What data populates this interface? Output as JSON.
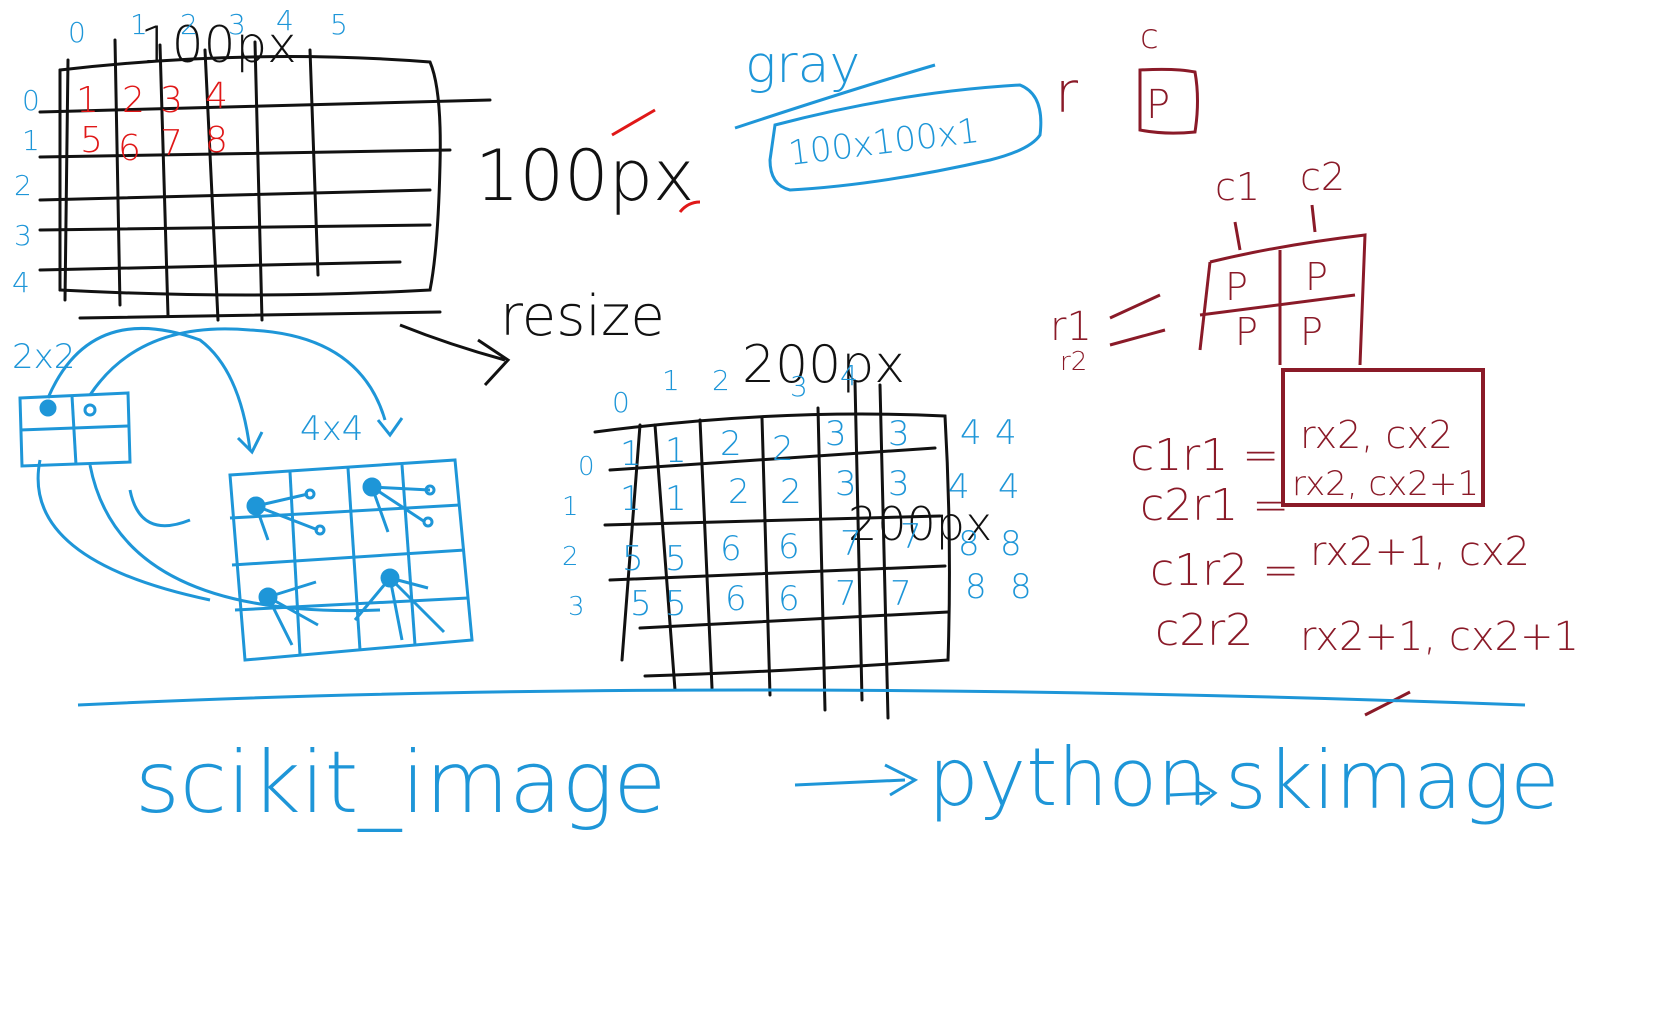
{
  "colors": {
    "ink_black": "#111111",
    "ink_blue": "#1e96d8",
    "ink_red": "#e01818",
    "ink_maroon": "#8a1a28",
    "background": "#ffffff"
  },
  "top_left": {
    "title": "100px",
    "col_indices": [
      "0",
      "1",
      "2",
      "3",
      "4",
      "5"
    ],
    "row_indices": [
      "0",
      "1",
      "2",
      "3",
      "4"
    ],
    "red_row_1": [
      "1",
      "2",
      "3",
      "4"
    ],
    "red_row_2": [
      "5",
      "6",
      "7",
      "8"
    ],
    "side_label": "100px"
  },
  "resize_label": "resize",
  "small_grid_label": "2x2",
  "large_grid_label": "4x4",
  "gray": {
    "label": "gray",
    "shape": "100x100x1"
  },
  "rc_p": {
    "r": "r",
    "c": "c",
    "p": "P"
  },
  "c_block": {
    "c1": "c1",
    "c2": "c2",
    "r1": "r1",
    "r2": "r2",
    "cells": [
      "P",
      "P",
      "P",
      "P"
    ]
  },
  "formulas": [
    {
      "lhs": "c1r1 =",
      "rhs": "rx2, cx2"
    },
    {
      "lhs": "c2r1 =",
      "rhs": "rx2, cx2+1"
    },
    {
      "lhs": "c1r2 =",
      "rhs": "rx2+1, cx2"
    },
    {
      "lhs": "c2r2",
      "rhs": "rx2+1, cx2+1"
    }
  ],
  "middle_grid": {
    "title": "200px",
    "side_label": "200px",
    "col_indices": [
      "0",
      "1",
      "2",
      "3",
      "4"
    ],
    "row_indices": [
      "0",
      "1",
      "2",
      "3"
    ],
    "rows": [
      [
        "1",
        "1",
        "2",
        "2",
        "3",
        "3",
        "4",
        "4"
      ],
      [
        "1",
        "1",
        "2",
        "2",
        "3",
        "3",
        "4",
        "4"
      ],
      [
        "5",
        "5",
        "6",
        "6",
        "7",
        "7",
        "8",
        "8"
      ],
      [
        "5",
        "5",
        "6",
        "6",
        "7",
        "7",
        "8",
        "8"
      ]
    ]
  },
  "bottom_line": {
    "part1": "scikit_image",
    "part2": "python",
    "part3": "skimage"
  }
}
